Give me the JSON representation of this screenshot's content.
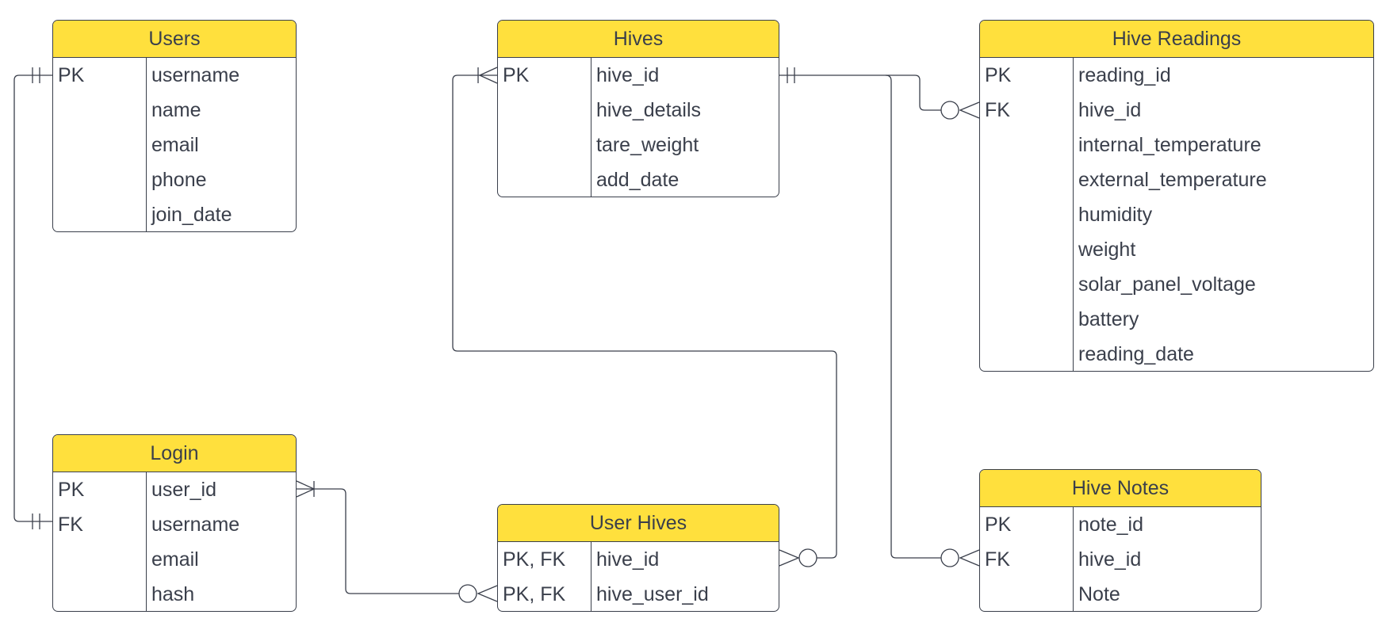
{
  "entities": {
    "users": {
      "title": "Users",
      "rows": [
        {
          "key": "PK",
          "field": "username"
        },
        {
          "key": "",
          "field": "name"
        },
        {
          "key": "",
          "field": "email"
        },
        {
          "key": "",
          "field": "phone"
        },
        {
          "key": "",
          "field": "join_date"
        }
      ]
    },
    "hives": {
      "title": "Hives",
      "rows": [
        {
          "key": "PK",
          "field": "hive_id"
        },
        {
          "key": "",
          "field": "hive_details"
        },
        {
          "key": "",
          "field": "tare_weight"
        },
        {
          "key": "",
          "field": "add_date"
        }
      ]
    },
    "hive_readings": {
      "title": "Hive Readings",
      "rows": [
        {
          "key": "PK",
          "field": "reading_id"
        },
        {
          "key": "FK",
          "field": "hive_id"
        },
        {
          "key": "",
          "field": "internal_temperature"
        },
        {
          "key": "",
          "field": "external_temperature"
        },
        {
          "key": "",
          "field": "humidity"
        },
        {
          "key": "",
          "field": "weight"
        },
        {
          "key": "",
          "field": "solar_panel_voltage"
        },
        {
          "key": "",
          "field": "battery"
        },
        {
          "key": "",
          "field": "reading_date"
        }
      ]
    },
    "login": {
      "title": "Login",
      "rows": [
        {
          "key": "PK",
          "field": "user_id"
        },
        {
          "key": "FK",
          "field": "username"
        },
        {
          "key": "",
          "field": "email"
        },
        {
          "key": "",
          "field": "hash"
        }
      ]
    },
    "user_hives": {
      "title": "User Hives",
      "rows": [
        {
          "key": "PK, FK",
          "field": "hive_id"
        },
        {
          "key": "PK, FK",
          "field": "hive_user_id"
        }
      ]
    },
    "hive_notes": {
      "title": "Hive Notes",
      "rows": [
        {
          "key": "PK",
          "field": "note_id"
        },
        {
          "key": "FK",
          "field": "hive_id"
        },
        {
          "key": "",
          "field": "Note"
        }
      ]
    }
  },
  "colors": {
    "header_fill": "#ffe03d",
    "line": "#3a3f4b",
    "text": "#3a3f4b"
  }
}
